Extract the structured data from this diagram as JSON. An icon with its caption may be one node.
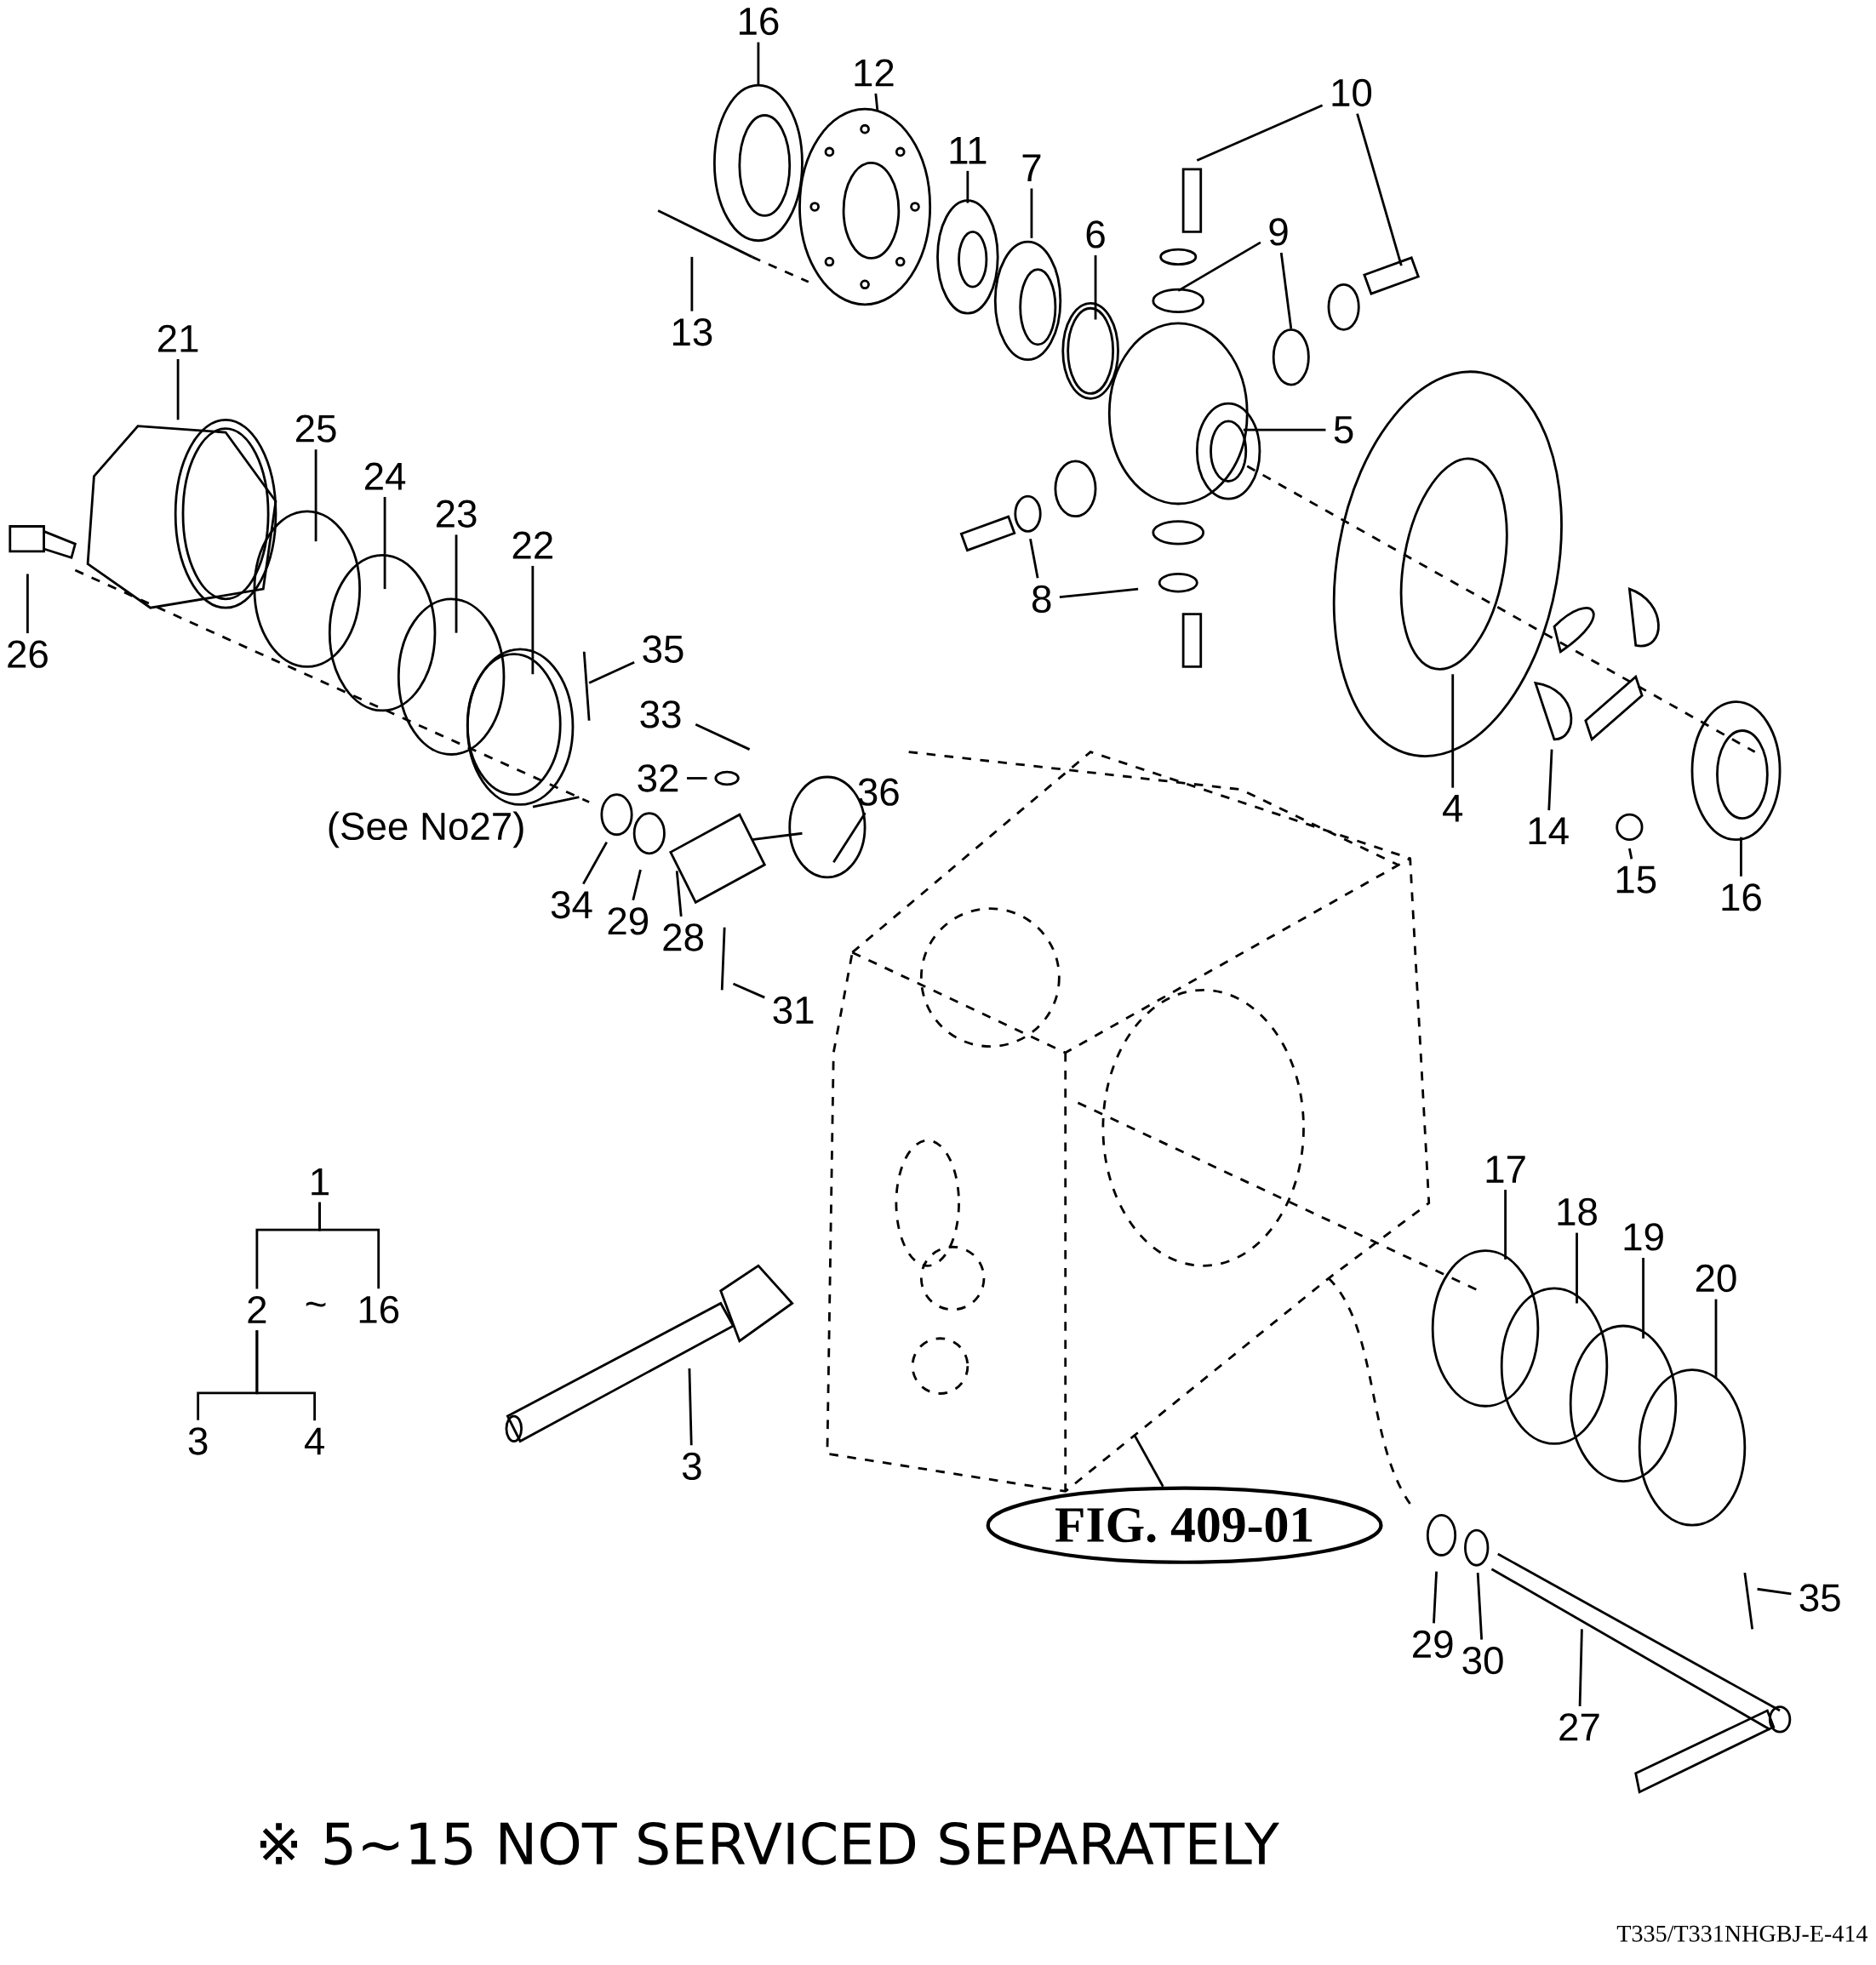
{
  "diagram": {
    "nodes": [
      {
        "text": [
          "16"
        ]
      },
      {
        "text": [
          "12"
        ]
      },
      {
        "text": [
          "11"
        ]
      },
      {
        "text": [
          "7"
        ]
      },
      {
        "text": [
          "6"
        ]
      },
      {
        "text": [
          "10"
        ]
      },
      {
        "text": [
          "9"
        ]
      },
      {
        "text": [
          "13"
        ]
      },
      {
        "text": [
          "5"
        ]
      },
      {
        "text": [
          "21"
        ]
      },
      {
        "text": [
          "25"
        ]
      },
      {
        "text": [
          "24"
        ]
      },
      {
        "text": [
          "23"
        ]
      },
      {
        "text": [
          "22"
        ]
      },
      {
        "text": [
          "26"
        ]
      },
      {
        "text": [
          "35"
        ]
      },
      {
        "text": [
          "32"
        ]
      },
      {
        "text": [
          "(See No27)"
        ]
      },
      {
        "text": [
          "36"
        ]
      },
      {
        "text": [
          "34"
        ]
      },
      {
        "text": [
          "29"
        ]
      },
      {
        "text": [
          "28"
        ]
      },
      {
        "text": [
          "8"
        ]
      },
      {
        "text": [
          "4"
        ]
      },
      {
        "text": [
          "14"
        ]
      },
      {
        "text": [
          "15"
        ]
      },
      {
        "text": [
          "16"
        ]
      },
      {
        "text": [
          "31"
        ]
      },
      {
        "text": [
          "1"
        ]
      },
      {
        "text": [
          "2"
        ]
      },
      {
        "text": [
          "16"
        ]
      },
      {
        "text": [
          "17"
        ]
      },
      {
        "text": [
          "18"
        ]
      },
      {
        "text": [
          "19"
        ]
      },
      {
        "text": [
          "20"
        ]
      },
      {
        "text": [
          "3"
        ]
      },
      {
        "text": [
          "4"
        ]
      },
      {
        "text": [
          "3"
        ]
      },
      {
        "text": [
          "FIG. 409-01"
        ]
      },
      {
        "text": [
          "29"
        ]
      },
      {
        "text": [
          "30"
        ]
      },
      {
        "text": [
          "35"
        ]
      },
      {
        "text": [
          "27"
        ]
      }
    ],
    "edges": [
      {
        "from": 0,
        "to": null,
        "arrow": "none"
      },
      {
        "from": 1,
        "to": null,
        "arrow": "none"
      },
      {
        "from": 2,
        "to": null,
        "arrow": "none"
      },
      {
        "from": 3,
        "to": null,
        "arrow": "none"
      },
      {
        "from": 4,
        "to": null,
        "arrow": "none"
      },
      {
        "from": 5,
        "to": null,
        "arrow": "none"
      },
      {
        "from": 5,
        "to": null,
        "arrow": "none"
      },
      {
        "from": 6,
        "to": null,
        "arrow": "none"
      },
      {
        "from": 6,
        "to": null,
        "arrow": "none"
      },
      {
        "from": 7,
        "to": null,
        "arrow": "none"
      },
      {
        "from": 8,
        "to": null,
        "arrow": "none"
      },
      {
        "from": 9,
        "to": null,
        "arrow": "none"
      },
      {
        "from": 10,
        "to": null,
        "arrow": "none"
      },
      {
        "from": 11,
        "to": null,
        "arrow": "none"
      },
      {
        "from": 12,
        "to": null,
        "arrow": "none"
      },
      {
        "from": 13,
        "to": null,
        "arrow": "none"
      },
      {
        "from": 14,
        "to": null,
        "arrow": "none"
      },
      {
        "from": 15,
        "to": null,
        "arrow": "none"
      },
      {
        "from": 16,
        "to": null,
        "arrow": "none"
      },
      {
        "from": 17,
        "to": null,
        "arrow": "none"
      },
      {
        "from": 18,
        "to": null,
        "arrow": "none"
      },
      {
        "from": 19,
        "to": null,
        "arrow": "none"
      },
      {
        "from": 20,
        "to": null,
        "arrow": "none"
      },
      {
        "from": 21,
        "to": null,
        "arrow": "none"
      },
      {
        "from": 22,
        "to": null,
        "arrow": "none"
      },
      {
        "from": 22,
        "to": null,
        "arrow": "none"
      },
      {
        "from": 23,
        "to": null,
        "arrow": "none"
      },
      {
        "from": 24,
        "to": null,
        "arrow": "none"
      },
      {
        "from": 25,
        "to": null,
        "arrow": "none"
      },
      {
        "from": 26,
        "to": null,
        "arrow": "none"
      },
      {
        "from": 27,
        "to": null,
        "arrow": "none"
      },
      {
        "from": 28,
        "to": 29,
        "arrow": "none"
      },
      {
        "from": 28,
        "to": 30,
        "arrow": "none"
      },
      {
        "from": 29,
        "to": 35,
        "arrow": "none"
      },
      {
        "from": 29,
        "to": 36,
        "arrow": "none"
      },
      {
        "from": 31,
        "to": null,
        "arrow": "none"
      },
      {
        "from": 32,
        "to": null,
        "arrow": "none"
      },
      {
        "from": 33,
        "to": null,
        "arrow": "none"
      },
      {
        "from": 34,
        "to": null,
        "arrow": "none"
      },
      {
        "from": 37,
        "to": null,
        "arrow": "none"
      },
      {
        "from": 38,
        "to": null,
        "arrow": "none"
      },
      {
        "from": 39,
        "to": null,
        "arrow": "none"
      },
      {
        "from": 40,
        "to": null,
        "arrow": "none"
      },
      {
        "from": 41,
        "to": null,
        "arrow": "none"
      },
      {
        "from": 42,
        "to": null,
        "arrow": "none"
      }
    ],
    "labels": [
      "33",
      "~",
      "※ 5~15 NOT SERVICED SEPARATELY",
      "T335/T331NHGBJ-E-414"
    ]
  }
}
